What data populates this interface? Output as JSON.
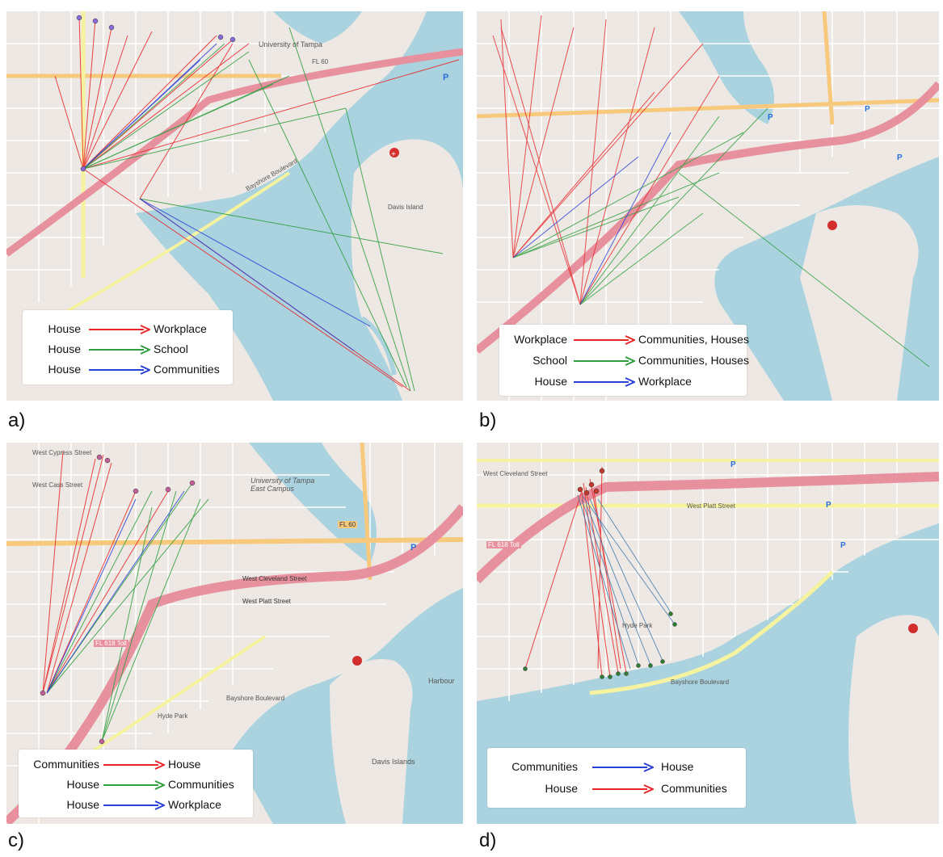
{
  "figure": {
    "panels": [
      {
        "label": "a)",
        "legend": [
          {
            "from": "House",
            "to": "Workplace",
            "color": "#e8262a"
          },
          {
            "from": "House",
            "to": "School",
            "color": "#2e9e3e"
          },
          {
            "from": "House",
            "to": "Communities",
            "color": "#2a3fd6"
          }
        ],
        "map_labels": [
          "University of Tampa",
          "FL 60",
          "Davis Island",
          "Bayshore Boulevard",
          "P"
        ]
      },
      {
        "label": "b)",
        "legend": [
          {
            "from": "Workplace",
            "to": "Communities, Houses",
            "color": "#e8262a"
          },
          {
            "from": "School",
            "to": "Communities, Houses",
            "color": "#2e9e3e"
          },
          {
            "from": "House",
            "to": "Workplace",
            "color": "#2a3fd6"
          }
        ],
        "map_labels": [
          "P",
          "P",
          "P"
        ]
      },
      {
        "label": "c)",
        "legend": [
          {
            "from": "Communities",
            "to": "House",
            "color": "#e8262a"
          },
          {
            "from": "House",
            "to": "Communities",
            "color": "#2e9e3e"
          },
          {
            "from": "House",
            "to": "Workplace",
            "color": "#2a3fd6"
          }
        ],
        "map_labels": [
          "West Cypress Street",
          "West Cass Street",
          "University of Tampa East Campus",
          "FL 60",
          "West Cleveland Street",
          "West Platt Street",
          "FL 618 Toll",
          "Hyde Park",
          "Bayshore Boulevard",
          "Harbour",
          "Davis Islands",
          "P"
        ]
      },
      {
        "label": "d)",
        "legend": [
          {
            "from": "Communities",
            "to": "House",
            "color": "#2a3fd6"
          },
          {
            "from": "House",
            "to": "Communities",
            "color": "#e8262a"
          }
        ],
        "map_labels": [
          "West Cleveland Street",
          "West Platt Street",
          "FL 618 Toll",
          "Hyde Park",
          "Bayshore Boulevard",
          "P",
          "P",
          "P"
        ]
      }
    ]
  }
}
